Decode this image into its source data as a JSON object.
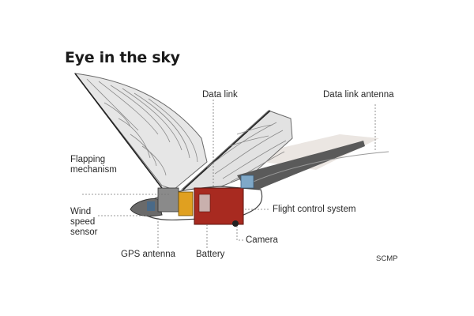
{
  "title": "Eye in the sky",
  "labels": {
    "data_link": "Data link",
    "data_link_antenna": "Data link antenna",
    "flapping_mechanism": [
      "Flapping",
      "mechanism"
    ],
    "wind_speed_sensor": [
      "Wind",
      "speed",
      "sensor"
    ],
    "flight_control_system": "Flight control system",
    "camera": "Camera",
    "gps_antenna": "GPS antenna",
    "battery": "Battery"
  },
  "credit": "SCMP",
  "colors": {
    "wing_fill": "#e4e4e4",
    "wing_feather": "#8a8a8a",
    "body_dark": "#4a4a4a",
    "flight_control_box": "#a82a20",
    "battery": "#e0a020",
    "connector_blue": "#7fa8c8",
    "leader_line": "#777777"
  }
}
